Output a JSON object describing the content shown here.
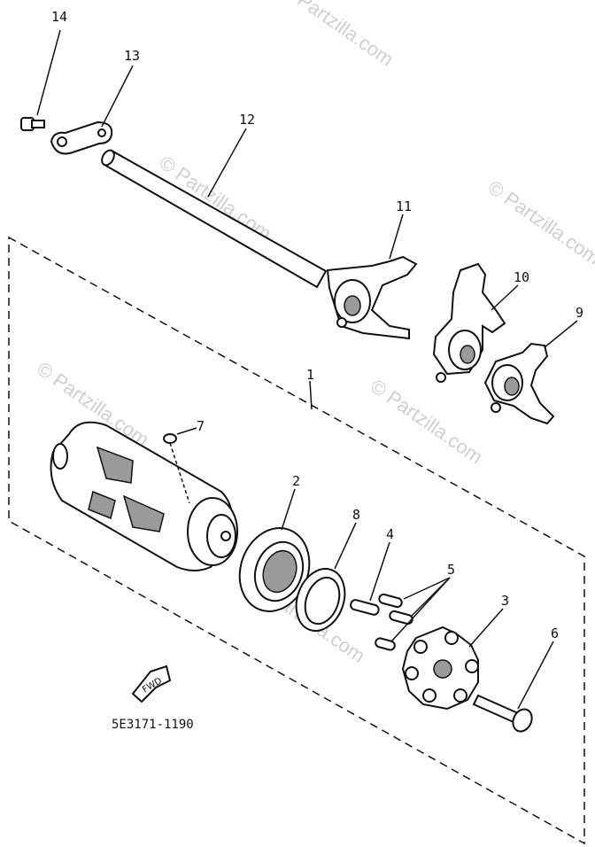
{
  "watermark": "© Partzilla.com",
  "diagram_code": "5E3171-1190",
  "fwd_label": "FWD",
  "callouts": {
    "c1": "1",
    "c2": "2",
    "c3": "3",
    "c4": "4",
    "c5": "5",
    "c6": "6",
    "c7": "7",
    "c8": "8",
    "c9": "9",
    "c10": "10",
    "c11": "11",
    "c12": "12",
    "c13": "13",
    "c14": "14"
  }
}
